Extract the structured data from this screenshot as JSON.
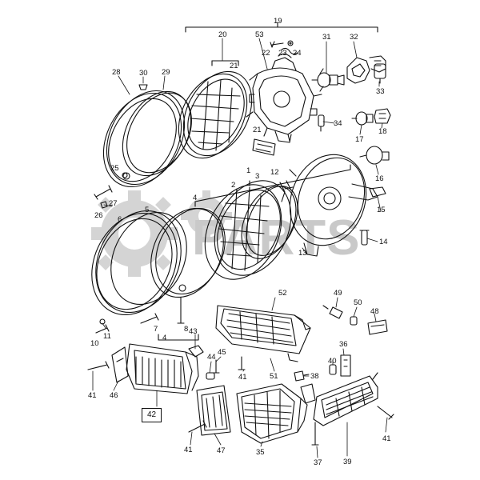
{
  "callouts": [
    {
      "id": "c19",
      "text": "19"
    },
    {
      "id": "c20",
      "text": "20"
    },
    {
      "id": "c53",
      "text": "53"
    },
    {
      "id": "c31",
      "text": "31"
    },
    {
      "id": "c32",
      "text": "32"
    },
    {
      "id": "c21a",
      "text": "21"
    },
    {
      "id": "c22",
      "text": "22"
    },
    {
      "id": "c23",
      "text": "23"
    },
    {
      "id": "c24",
      "text": "24"
    },
    {
      "id": "c33",
      "text": "33"
    },
    {
      "id": "c30",
      "text": "30"
    },
    {
      "id": "c28",
      "text": "28"
    },
    {
      "id": "c29",
      "text": "29"
    },
    {
      "id": "c34",
      "text": "34"
    },
    {
      "id": "c18",
      "text": "18"
    },
    {
      "id": "c17",
      "text": "17"
    },
    {
      "id": "c21b",
      "text": "21"
    },
    {
      "id": "c16",
      "text": "16"
    },
    {
      "id": "c1",
      "text": "1"
    },
    {
      "id": "c3",
      "text": "3"
    },
    {
      "id": "c12",
      "text": "12"
    },
    {
      "id": "c25",
      "text": "25"
    },
    {
      "id": "c27",
      "text": "27"
    },
    {
      "id": "c4",
      "text": "4"
    },
    {
      "id": "c2",
      "text": "2"
    },
    {
      "id": "c15",
      "text": "15"
    },
    {
      "id": "c26",
      "text": "26"
    },
    {
      "id": "c5",
      "text": "5"
    },
    {
      "id": "c6",
      "text": "6"
    },
    {
      "id": "c14",
      "text": "14"
    },
    {
      "id": "c13",
      "text": "13"
    },
    {
      "id": "c52",
      "text": "52"
    },
    {
      "id": "c49",
      "text": "49"
    },
    {
      "id": "c50",
      "text": "50"
    },
    {
      "id": "c48",
      "text": "48"
    },
    {
      "id": "c11",
      "text": "11"
    },
    {
      "id": "c7",
      "text": "7"
    },
    {
      "id": "c43",
      "text": "43"
    },
    {
      "id": "c10",
      "text": "10"
    },
    {
      "id": "c8",
      "text": "8"
    },
    {
      "id": "c36",
      "text": "36"
    },
    {
      "id": "c44",
      "text": "44"
    },
    {
      "id": "c45",
      "text": "45"
    },
    {
      "id": "c40",
      "text": "40"
    },
    {
      "id": "c38",
      "text": "38"
    },
    {
      "id": "c41a",
      "text": "41"
    },
    {
      "id": "c41b",
      "text": "41"
    },
    {
      "id": "c51",
      "text": "51"
    },
    {
      "id": "c46",
      "text": "46"
    },
    {
      "id": "c35",
      "text": "35"
    },
    {
      "id": "c42",
      "text": "42"
    },
    {
      "id": "c47",
      "text": "47"
    },
    {
      "id": "c41c",
      "text": "41"
    },
    {
      "id": "c41d",
      "text": "41"
    },
    {
      "id": "c37",
      "text": "37"
    },
    {
      "id": "c39",
      "text": "39"
    }
  ],
  "watermark": {
    "text": "PARTS"
  }
}
